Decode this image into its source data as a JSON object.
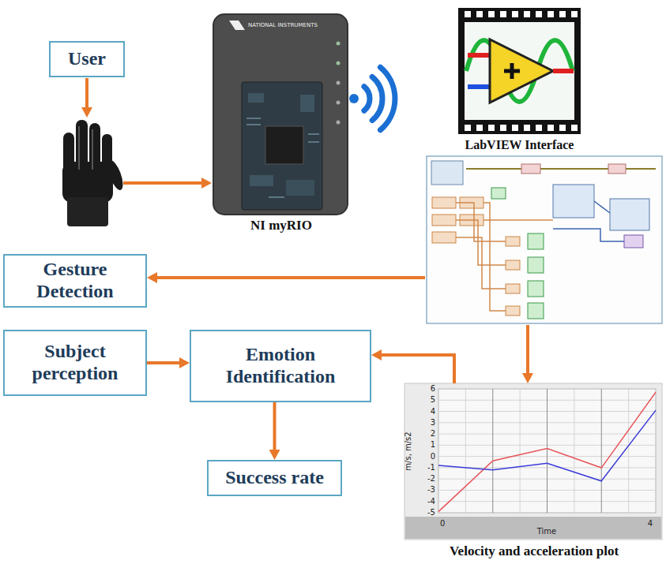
{
  "diagram": {
    "nodes": [
      {
        "text": [
          "User"
        ]
      },
      {
        "text": [
          "NI myRIO"
        ]
      },
      {
        "text": [
          "LabVIEW Interface"
        ]
      },
      {
        "text": [
          "Gesture Detection"
        ]
      },
      {
        "text": [
          "Subject perception"
        ]
      },
      {
        "text": [
          "Emotion Identification"
        ]
      },
      {
        "text": [
          "Success rate"
        ]
      },
      {
        "text": [
          "Velocity and acceleration plot"
        ]
      }
    ],
    "edges": [
      {
        "from": 2,
        "to": 3,
        "arrow": "to"
      },
      {
        "from": 2,
        "to": 7,
        "arrow": "to"
      },
      {
        "from": 4,
        "to": 5,
        "arrow": "to"
      },
      {
        "from": 7,
        "to": 5,
        "arrow": "to"
      },
      {
        "from": 5,
        "to": 6,
        "arrow": "to"
      }
    ],
    "labels": [
      "NATIONAL INSTRUMENTS",
      "6",
      "5",
      "4",
      "3",
      "2",
      "1",
      "0",
      "-1",
      "-2",
      "-3",
      "-4",
      "-5",
      "m/s, m/s2",
      "0",
      "Time",
      "4"
    ]
  }
}
